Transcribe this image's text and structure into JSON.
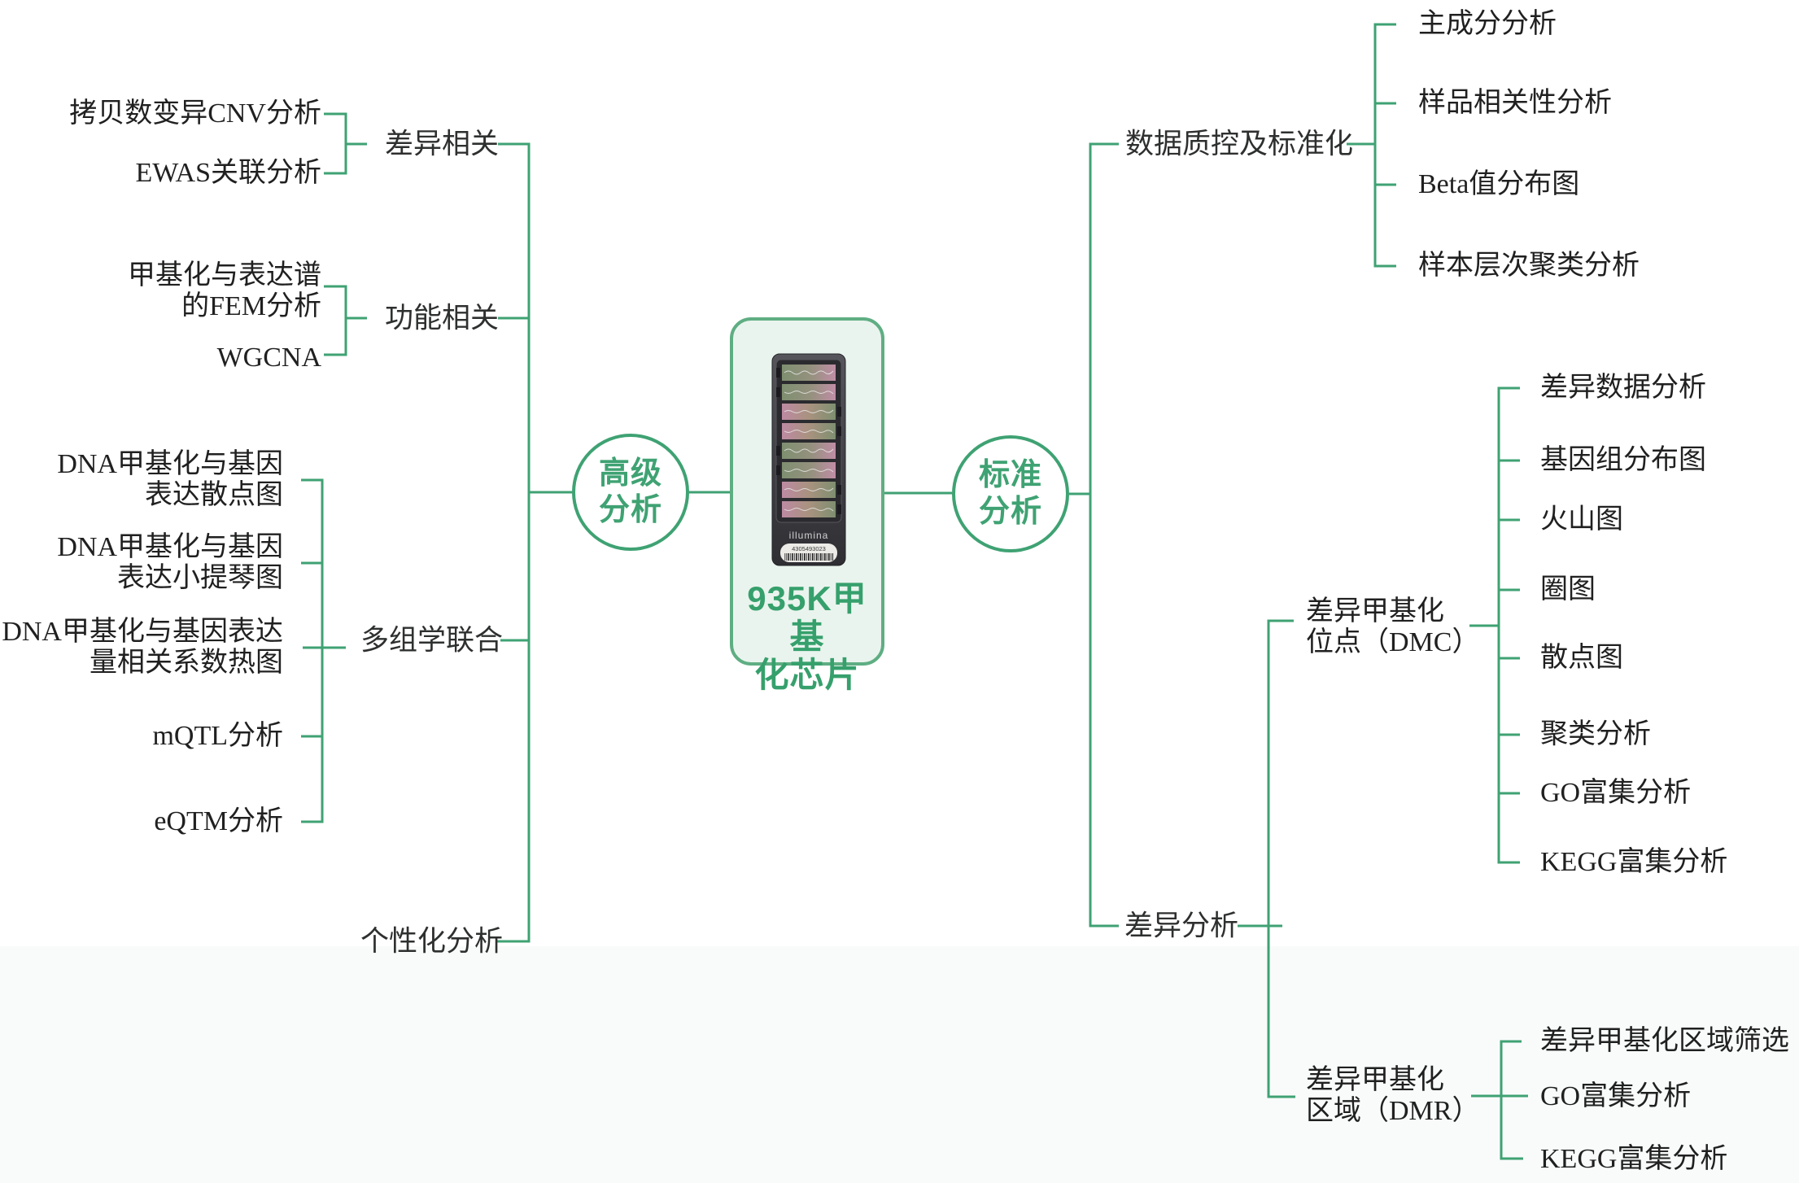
{
  "colors": {
    "line_green": "#3fa273",
    "box_border": "#5fae83",
    "box_fill": "#eaf4ee",
    "accent_text": "#36a06c",
    "branch_text": "#2e302f",
    "leaf_text": "#1f201f"
  },
  "center": {
    "label": "935K甲基\n化芯片",
    "brand": "illumina",
    "barcode": "4305493023"
  },
  "hubs": {
    "left": "高级\n分析",
    "right": "标准\n分析"
  },
  "left": {
    "groups": [
      {
        "label": "差异相关",
        "children": [
          {
            "label": "拷贝数变异CNV分析"
          },
          {
            "label": "EWAS关联分析"
          }
        ]
      },
      {
        "label": "功能相关",
        "children": [
          {
            "label": "甲基化与表达谱\n的FEM分析"
          },
          {
            "label": "WGCNA"
          }
        ]
      },
      {
        "label": "多组学联合",
        "children": [
          {
            "label": "DNA甲基化与基因\n表达散点图"
          },
          {
            "label": "DNA甲基化与基因\n表达小提琴图"
          },
          {
            "label": "DNA甲基化与基因表达\n量相关系数热图"
          },
          {
            "label": "mQTL分析"
          },
          {
            "label": "eQTM分析"
          }
        ]
      },
      {
        "label": "个性化分析",
        "children": []
      }
    ]
  },
  "right": {
    "qc": {
      "label": "数据质控及标准化",
      "children": [
        {
          "label": "主成分分析"
        },
        {
          "label": "样品相关性分析"
        },
        {
          "label": "Beta值分布图"
        },
        {
          "label": "样本层次聚类分析"
        }
      ]
    },
    "diff": {
      "label": "差异分析",
      "subgroups": [
        {
          "label": "差异甲基化\n位点（DMC）",
          "children": [
            {
              "label": "差异数据分析"
            },
            {
              "label": "基因组分布图"
            },
            {
              "label": "火山图"
            },
            {
              "label": "圈图"
            },
            {
              "label": "散点图"
            },
            {
              "label": "聚类分析"
            },
            {
              "label": "GO富集分析"
            },
            {
              "label": "KEGG富集分析"
            }
          ]
        },
        {
          "label": "差异甲基化\n区域（DMR）",
          "children": [
            {
              "label": "差异甲基化区域筛选"
            },
            {
              "label": "GO富集分析"
            },
            {
              "label": "KEGG富集分析"
            }
          ]
        }
      ]
    }
  }
}
